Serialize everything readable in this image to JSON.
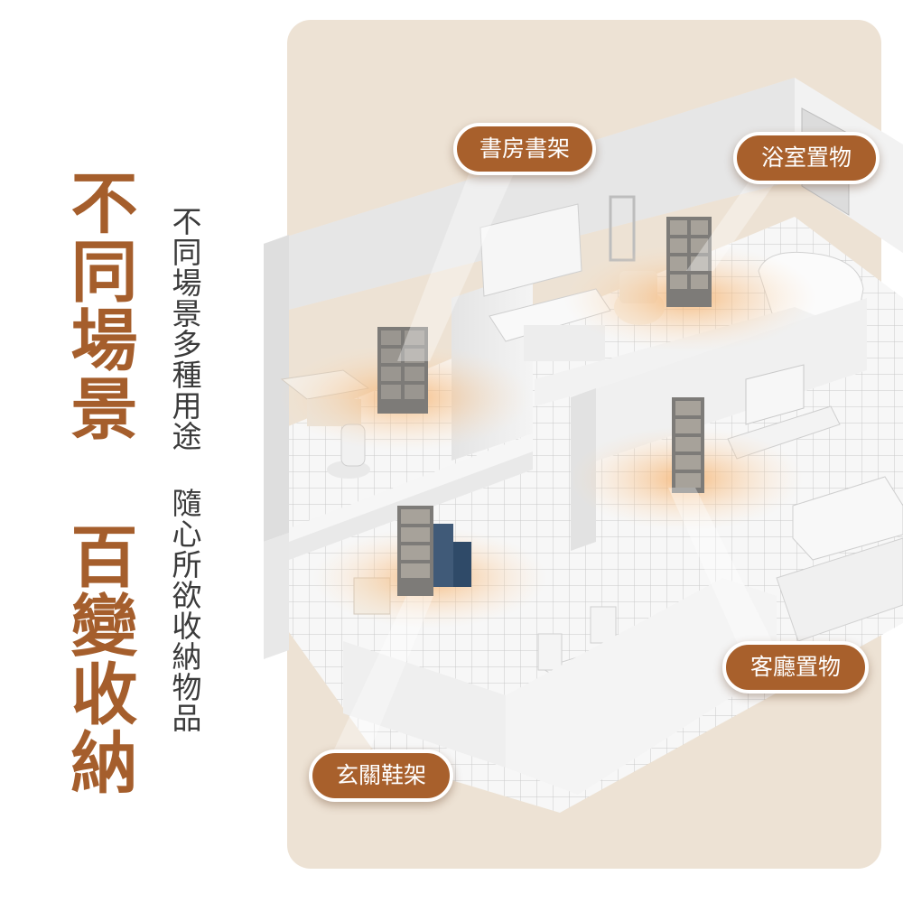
{
  "headline": "不同場景 百變收納",
  "subline": "不同場景多種用途 隨心所欲收納物品",
  "labels": {
    "study": "書房書架",
    "bathroom": "浴室置物",
    "living_room": "客廳置物",
    "entrance": "玄關鞋架"
  },
  "colors": {
    "accent": "#a8602c",
    "headline": "#a55e2c",
    "panel": "#ede2d4",
    "glow": "#f4b36a"
  }
}
